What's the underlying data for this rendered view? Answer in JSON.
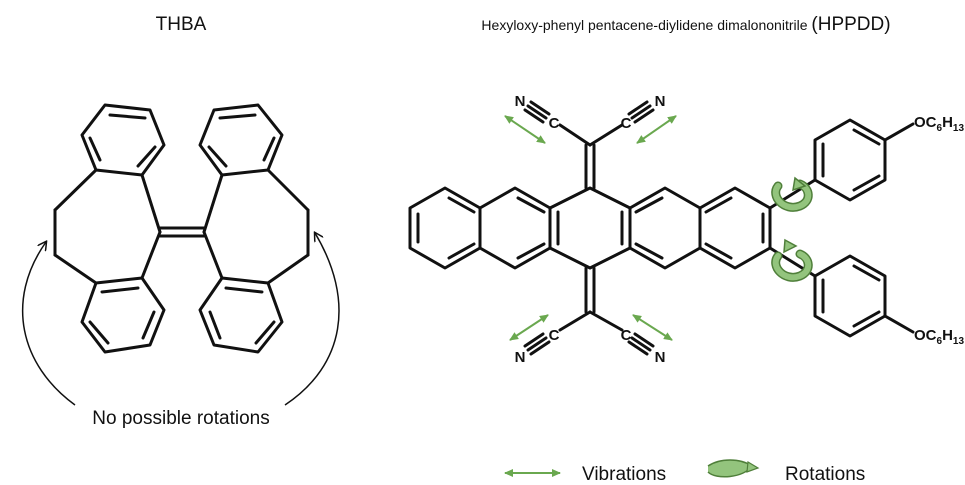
{
  "left": {
    "title": "THBA",
    "note": "No possible rotations"
  },
  "right": {
    "title_main": "Hexyloxy-phenyl pentacene-diylidene dimalononitrile ",
    "title_abbr": "(HPPDD)",
    "atoms": {
      "n": "N",
      "c": "C",
      "o": "O",
      "c_sub": "C",
      "sub6": "6",
      "h": "H",
      "sub13": "13"
    }
  },
  "legend": {
    "vibrations": "Vibrations",
    "rotations": "Rotations"
  },
  "colors": {
    "ink": "#111111",
    "accent_green": "#6aa84f",
    "rotation_fill": "#93c47d",
    "rotation_stroke": "#4f7f3a"
  }
}
